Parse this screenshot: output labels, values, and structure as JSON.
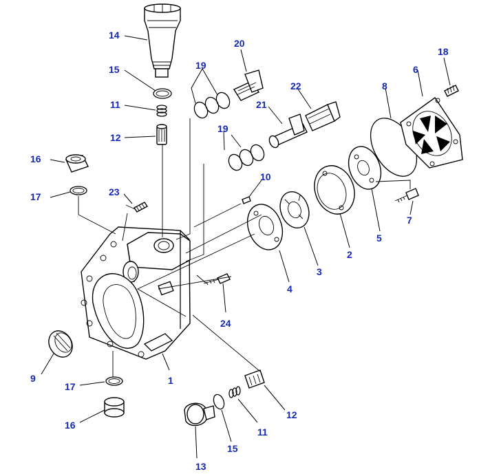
{
  "diagram": {
    "labels": {
      "p1": "1",
      "p2": "2",
      "p3": "3",
      "p4": "4",
      "p5": "5",
      "p6": "6",
      "p7": "7",
      "p8": "8",
      "p9": "9",
      "p10": "10",
      "p11a": "11",
      "p11b": "11",
      "p12a": "12",
      "p12b": "12",
      "p13": "13",
      "p14": "14",
      "p15a": "15",
      "p15b": "15",
      "p16a": "16",
      "p16b": "16",
      "p17a": "17",
      "p17b": "17",
      "p18": "18",
      "p19a": "19",
      "p19b": "19",
      "p20": "20",
      "p21": "21",
      "p22": "22",
      "p23": "23",
      "p24": "24"
    },
    "label_color": "#1428b4"
  }
}
